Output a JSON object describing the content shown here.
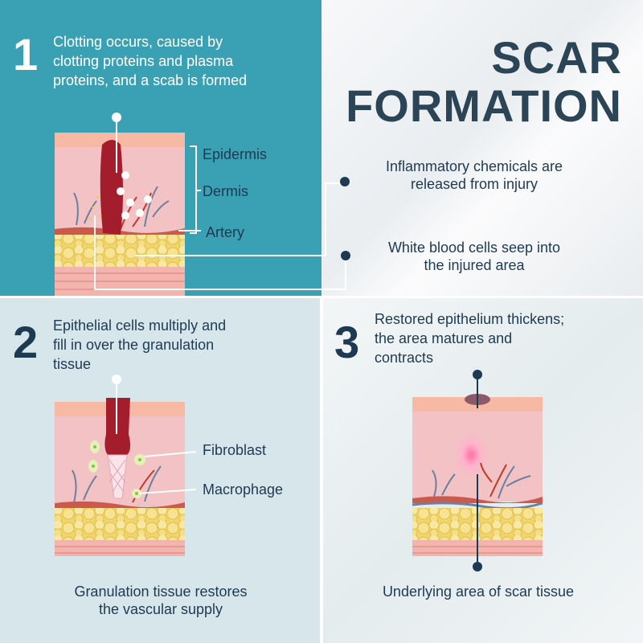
{
  "title": {
    "line1": "SCAR",
    "line2": "FORMATION"
  },
  "steps": [
    {
      "number": "1",
      "text_lines": [
        "Clotting occurs, caused by",
        "clotting proteins and plasma",
        "proteins, and a scab is formed"
      ]
    },
    {
      "number": "2",
      "text_lines": [
        "Epithelial cells multiply and",
        "fill in over the granulation",
        "tissue"
      ]
    },
    {
      "number": "3",
      "text_lines": [
        "Restored epithelium thickens;",
        "the area matures and",
        "contracts"
      ]
    }
  ],
  "labels": {
    "epidermis": "Epidermis",
    "dermis": "Dermis",
    "artery": "Artery",
    "inflammatory": [
      "Inflammatory chemicals are",
      "released from injury"
    ],
    "white_blood_cells": [
      "White blood cells seep  into",
      "the injured area"
    ],
    "fibroblast": "Fibroblast",
    "macrophage": "Macrophage",
    "granulation": [
      "Granulation tissue restores",
      "the vascular supply"
    ],
    "scar_tissue": "Underlying area of scar tissue"
  },
  "colors": {
    "teal": "#3aa0b3",
    "navy": "#1d3a52",
    "blood": "#9b1c2a",
    "skin": "#f1b7b7",
    "fat": "#f3dc7a"
  }
}
